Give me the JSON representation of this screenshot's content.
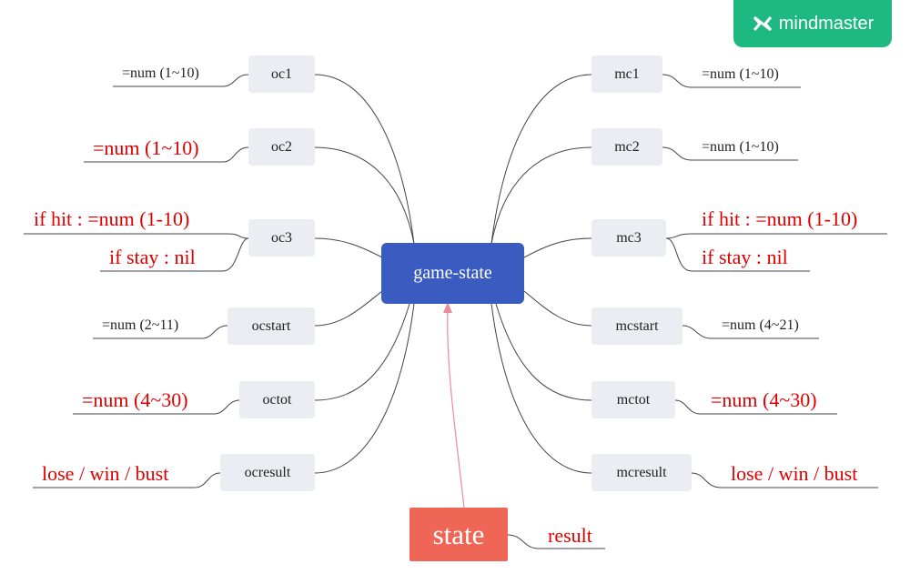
{
  "brand": {
    "name": "mindmaster",
    "color": "#1db981",
    "icon": "mindmaster-logo-icon"
  },
  "colors": {
    "center": "#3a5bbf",
    "state": "#ef6656",
    "node": "#ebedf2",
    "emphasis": "#e00000",
    "arrow": "#f08a99"
  },
  "center": {
    "label": "game-state"
  },
  "left_nodes": [
    {
      "label": "oc1",
      "values": [
        "=num (1~10)"
      ]
    },
    {
      "label": "oc2",
      "values": [
        "=num (1~10)"
      ]
    },
    {
      "label": "oc3",
      "values": [
        "if hit :  =num (1-10)",
        "if stay :  nil"
      ]
    },
    {
      "label": "ocstart",
      "values": [
        "=num (2~11)"
      ]
    },
    {
      "label": "octot",
      "values": [
        "=num (4~30)"
      ]
    },
    {
      "label": "ocresult",
      "values": [
        "lose / win / bust"
      ]
    }
  ],
  "right_nodes": [
    {
      "label": "mc1",
      "values": [
        "=num (1~10)"
      ]
    },
    {
      "label": "mc2",
      "values": [
        "=num (1~10)"
      ]
    },
    {
      "label": "mc3",
      "values": [
        "if hit :  =num (1-10)",
        "if stay :  nil"
      ]
    },
    {
      "label": "mcstart",
      "values": [
        "=num (4~21)"
      ]
    },
    {
      "label": "mctot",
      "values": [
        "=num (4~30)"
      ]
    },
    {
      "label": "mcresult",
      "values": [
        "lose / win / bust"
      ]
    }
  ],
  "state": {
    "label": "state",
    "value": "result"
  }
}
